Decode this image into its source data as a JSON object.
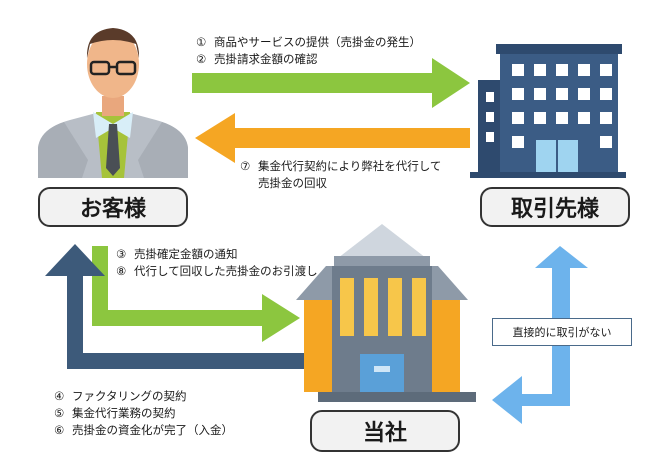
{
  "nodes": {
    "customer": "お客様",
    "partner": "取引先様",
    "company": "当社"
  },
  "steps_top": [
    {
      "num": "①",
      "text": "商品やサービスの提供（売掛金の発生）"
    },
    {
      "num": "②",
      "text": "売掛請求金額の確認"
    }
  ],
  "steps_return": [
    {
      "num": "⑦",
      "text": "集金代行契約により弊社を代行して"
    },
    {
      "num": "",
      "text": "売掛金の回収"
    }
  ],
  "steps_middle": [
    {
      "num": "③",
      "text": "売掛確定金額の通知"
    },
    {
      "num": "⑧",
      "text": "代行して回収した売掛金のお引渡し"
    }
  ],
  "steps_bottom": [
    {
      "num": "④",
      "text": "ファクタリングの契約"
    },
    {
      "num": "⑤",
      "text": "集金代行業務の契約"
    },
    {
      "num": "⑥",
      "text": "売掛金の資金化が完了（入金）"
    }
  ],
  "callout": "直接的に取引がない",
  "colors": {
    "green": "#8cc63f",
    "orange": "#f5a623",
    "navy": "#3d5a7a",
    "light_blue": "#6db3ec",
    "building_blue": "#3b5c85"
  }
}
